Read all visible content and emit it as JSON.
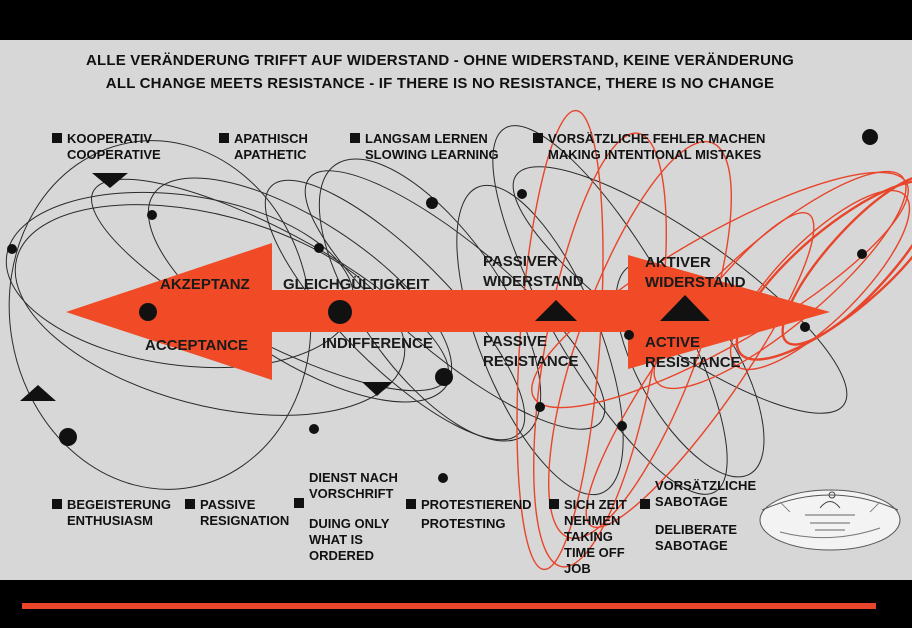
{
  "title": {
    "de": "ALLE  VERÄNDERUNG TRIFFT AUF WIDERSTAND - OHNE  WIDERSTAND,  KEINE VERÄNDERUNG",
    "en": "ALL CHANGE MEETS RESISTANCE -  IF THERE IS NO RESISTANCE, THERE IS NO CHANGE"
  },
  "stages": {
    "acceptance": {
      "de": "AKZEPTANZ",
      "en": "ACCEPTANCE"
    },
    "indifference": {
      "de": "GLEICHGÜLTIGKEIT",
      "en": "INDIFFERENCE"
    },
    "passive": {
      "de1": "PASSIVER",
      "de2": "WIDERSTAND",
      "en1": "PASSIVE",
      "en2": "RESISTANCE"
    },
    "active": {
      "de1": "AKTIVER",
      "de2": "WIDERSTAND",
      "en1": "ACTIVE",
      "en2": "RESISTANCE"
    }
  },
  "top_labels": [
    {
      "de": "KOOPERATIV",
      "en": "COOPERATIVE"
    },
    {
      "de": "APATHISCH",
      "en": "APATHETIC"
    },
    {
      "de": "LANGSAM LERNEN",
      "en": "SLOWING LEARNING"
    },
    {
      "de": "VORSÄTZLICHE FEHLER MACHEN",
      "en": "MAKING INTENTIONAL MISTAKES"
    }
  ],
  "bottom_labels": {
    "enthusiasm": {
      "de": "BEGEISTERUNG",
      "en": "ENTHUSIASM"
    },
    "resignation": {
      "de": "PASSIVE",
      "en": "RESIGNATION"
    },
    "dienst": {
      "de1": "DIENST NACH",
      "de2": "VORSCHRIFT",
      "en1": "DUING ONLY",
      "en2": "WHAT IS",
      "en3": "ORDERED"
    },
    "protesting": {
      "de": "PROTESTIEREND",
      "en": "PROTESTING"
    },
    "time_off": {
      "de1": "SICH ZEIT",
      "de2": "NEHMEN",
      "en1": "TAKING",
      "en2": "TIME OFF",
      "en3": "JOB"
    },
    "sabotage": {
      "de1": "VORSÄTZLICHE",
      "de2": "SABOTAGE",
      "en1": "DELIBERATE",
      "en2": "SABOTAGE"
    }
  },
  "colors": {
    "arrow": "#f04a26",
    "orbit_black": "#2a2a2a",
    "orbit_red": "#e8452a",
    "background": "#d7d7d7"
  }
}
